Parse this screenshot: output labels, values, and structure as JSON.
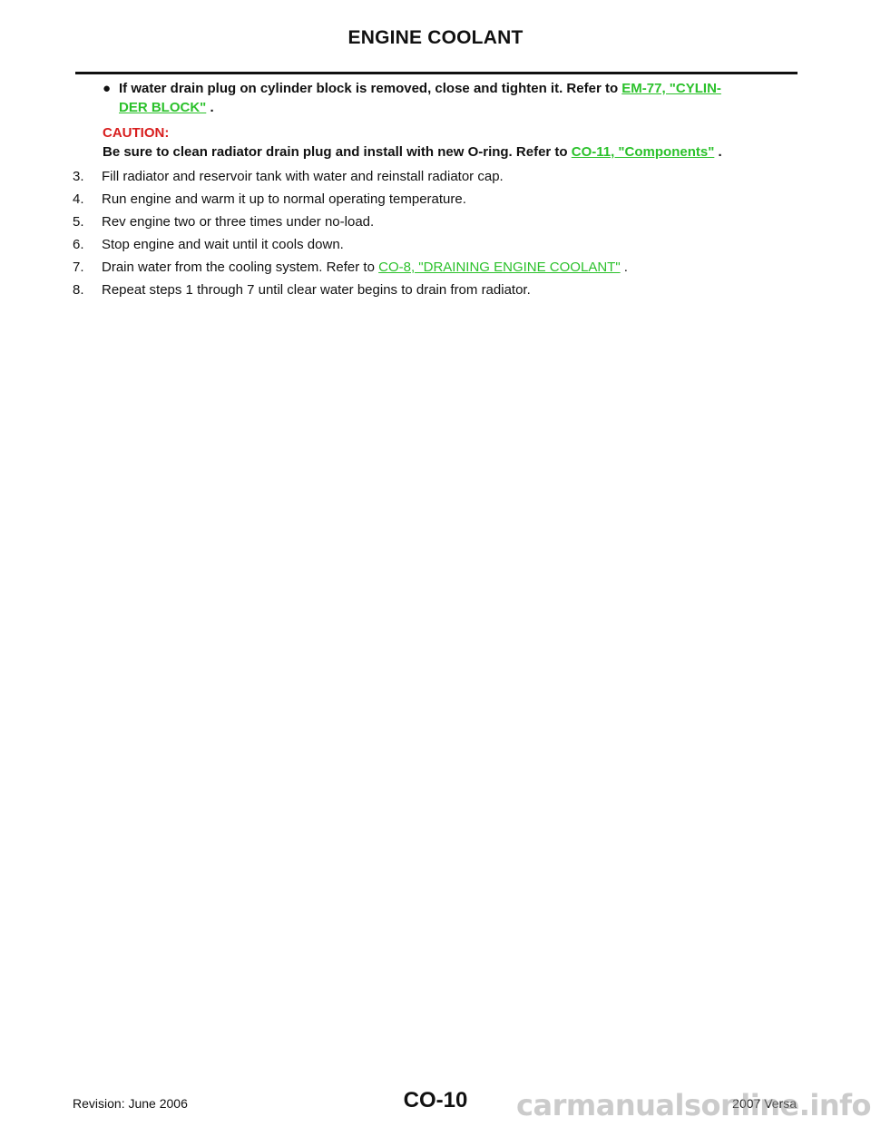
{
  "header": {
    "title": "ENGINE COOLANT"
  },
  "bullet": {
    "symbol": "●",
    "text_before": "If water drain plug on cylinder block is removed, close and tighten it. Refer to ",
    "link_line1": "EM-77, \"CYLIN-",
    "link_line2": "DER BLOCK\"",
    "text_after": " ."
  },
  "caution": {
    "label": "CAUTION:",
    "text_before": "Be sure to clean radiator drain plug and install with new O-ring. Refer to ",
    "link": "CO-11, \"Components\"",
    "text_after": " ."
  },
  "steps": [
    {
      "num": "3.",
      "text": "Fill radiator and reservoir tank with water and reinstall radiator cap."
    },
    {
      "num": "4.",
      "text": "Run engine and warm it up to normal operating temperature."
    },
    {
      "num": "5.",
      "text": "Rev engine two or three times under no-load."
    },
    {
      "num": "6.",
      "text": "Stop engine and wait until it cools down."
    },
    {
      "num": "7.",
      "text_before": "Drain water from the cooling system. Refer to ",
      "link": "CO-8, \"DRAINING ENGINE COOLANT\"",
      "text_after": " ."
    },
    {
      "num": "8.",
      "text": "Repeat steps 1 through 7 until clear water begins to drain from radiator."
    }
  ],
  "footer": {
    "revision": "Revision: June 2006",
    "page": "CO-10",
    "model": "2007 Versa",
    "watermark": "carmanualsonline.info"
  },
  "colors": {
    "link": "#2bc12b",
    "caution": "#d81e1e"
  }
}
